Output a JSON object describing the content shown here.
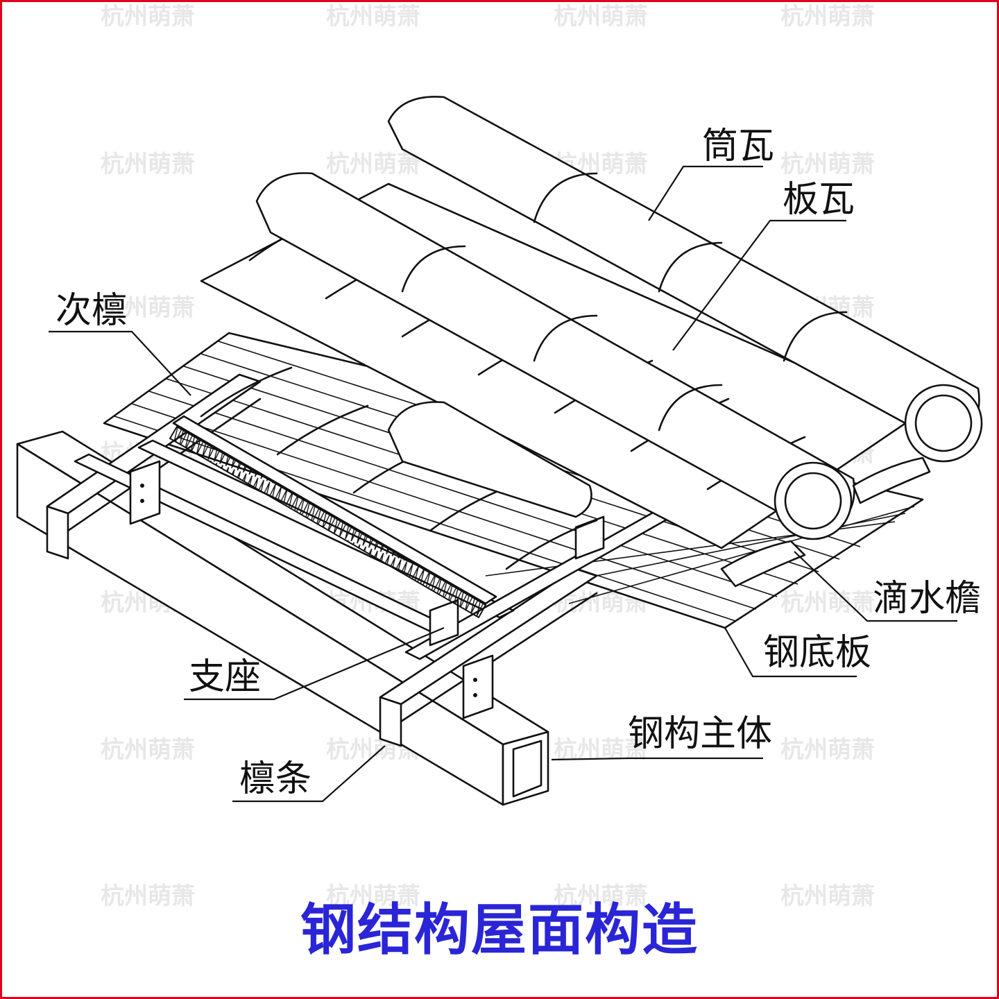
{
  "title": "钢结构屋面构造",
  "watermark": "杭州萌萧",
  "frame_color": "#e0001b",
  "title_color": "#2a25d6",
  "labels": {
    "tong_wa": "筒瓦",
    "ban_wa": "板瓦",
    "ci_lin": "次檩",
    "di_shui_yan": "滴水檐",
    "gang_di_ban": "钢底板",
    "zhi_zuo": "支座",
    "gang_gou_zhu_ti": "钢构主体",
    "lin_tiao": "檩条"
  }
}
